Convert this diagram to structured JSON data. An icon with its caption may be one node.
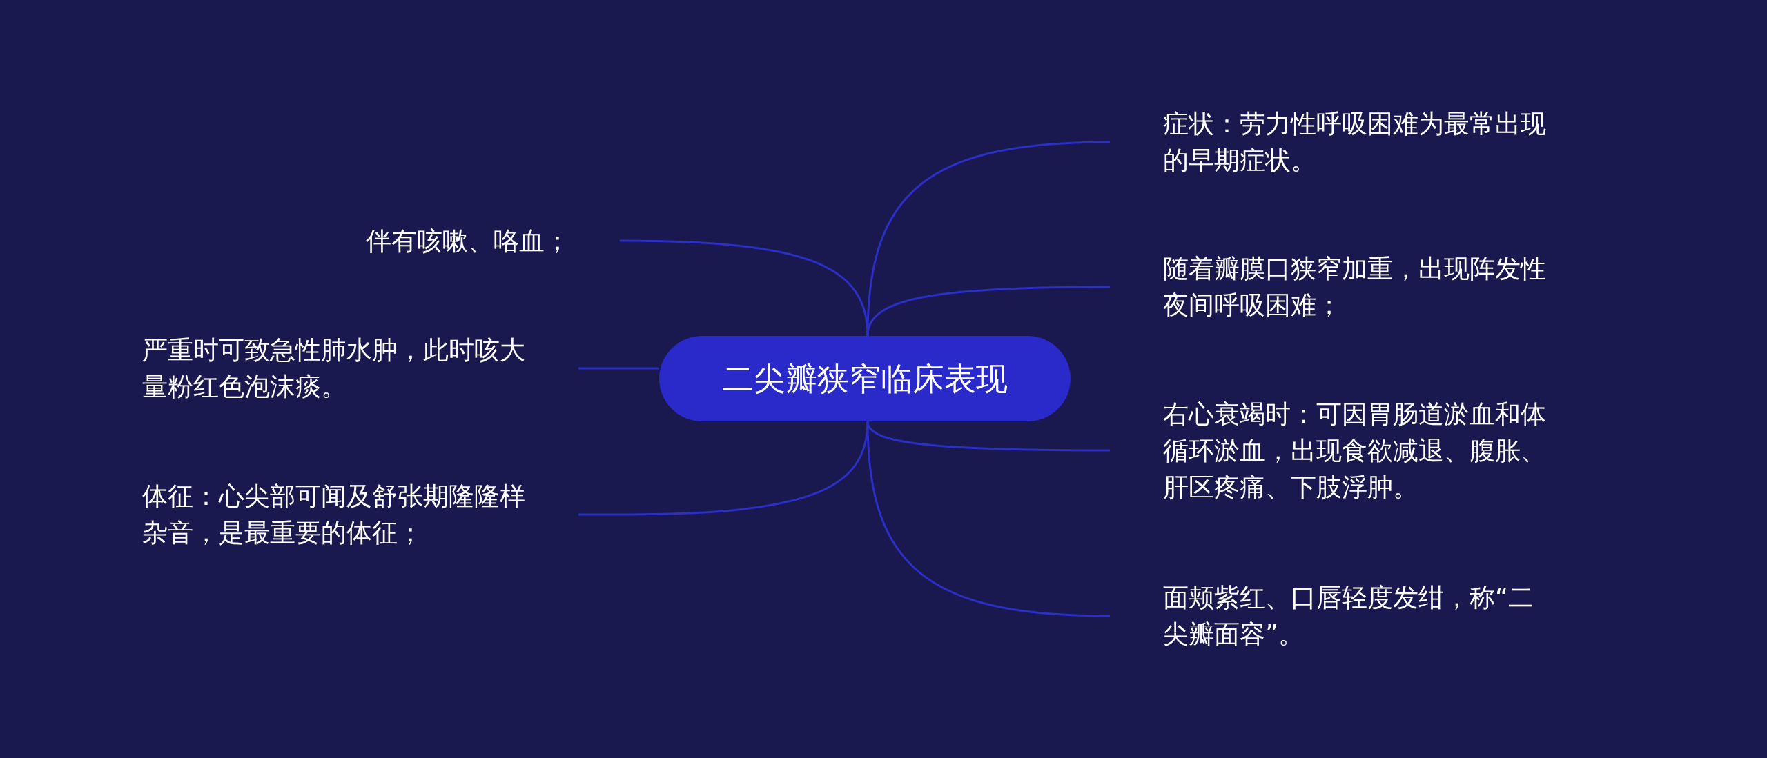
{
  "diagram": {
    "nodes": [
      {
        "text": [
          "二尖瓣狭窄临床表现"
        ]
      },
      {
        "text": [
          "症状：劳力性呼吸困难为最常出现的早期症状。"
        ]
      },
      {
        "text": [
          "随着瓣膜口狭窄加重，出现阵发性夜间呼吸困难；"
        ]
      },
      {
        "text": [
          "右心衰竭时：可因胃肠道淤血和体循环淤血，出现食欲减退、腹胀、肝区疼痛、下肢浮肿。"
        ]
      },
      {
        "text": [
          "面颊紫红、口唇轻度发绀，称“二尖瓣面容”。"
        ]
      },
      {
        "text": [
          "伴有咳嗽、咯血；"
        ]
      },
      {
        "text": [
          "严重时可致急性肺水肿，此时咳大量粉红色泡沫痰。"
        ]
      },
      {
        "text": [
          "体征：心尖部可闻及舒张期隆隆样杂音，是最重要的体征；"
        ]
      }
    ],
    "edges": [
      {
        "from": 0,
        "to": 1,
        "arrow": "none"
      },
      {
        "from": 0,
        "to": 2,
        "arrow": "none"
      },
      {
        "from": 0,
        "to": 3,
        "arrow": "none"
      },
      {
        "from": 0,
        "to": 4,
        "arrow": "none"
      },
      {
        "from": 0,
        "to": 5,
        "arrow": "none"
      },
      {
        "from": 0,
        "to": 6,
        "arrow": "none"
      },
      {
        "from": 0,
        "to": 7,
        "arrow": "none"
      }
    ]
  }
}
